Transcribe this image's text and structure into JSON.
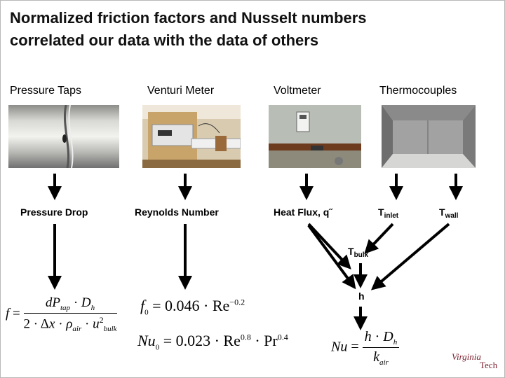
{
  "title": "Normalized friction factors and Nusselt numbers correlated our data with the data of others",
  "instruments": [
    "Pressure Taps",
    "Venturi Meter",
    "Voltmeter",
    "Thermocouples"
  ],
  "measurements": {
    "pressure_drop": "Pressure Drop",
    "reynolds": "Reynolds Number",
    "heat_flux": "Heat Flux, q˝",
    "t_inlet_main": "T",
    "t_inlet_sub": "inlet",
    "t_wall_main": "T",
    "t_wall_sub": "wall",
    "t_bulk_main": "T",
    "t_bulk_sub": "bulk",
    "h": "h"
  },
  "equations": {
    "friction": "f = dP_tap·D_h / (2·Δx·ρ_air·u_bulk²)",
    "f0": "f0 = 0.046·Re^-0.2",
    "nu0": "Nu0 = 0.023·Re^0.8·Pr^0.4",
    "nu": "Nu = h·D_h / k_air"
  },
  "logo": {
    "line1": "Virginia",
    "line2": "Tech"
  },
  "colors": {
    "logo": "#7a1e2c"
  }
}
